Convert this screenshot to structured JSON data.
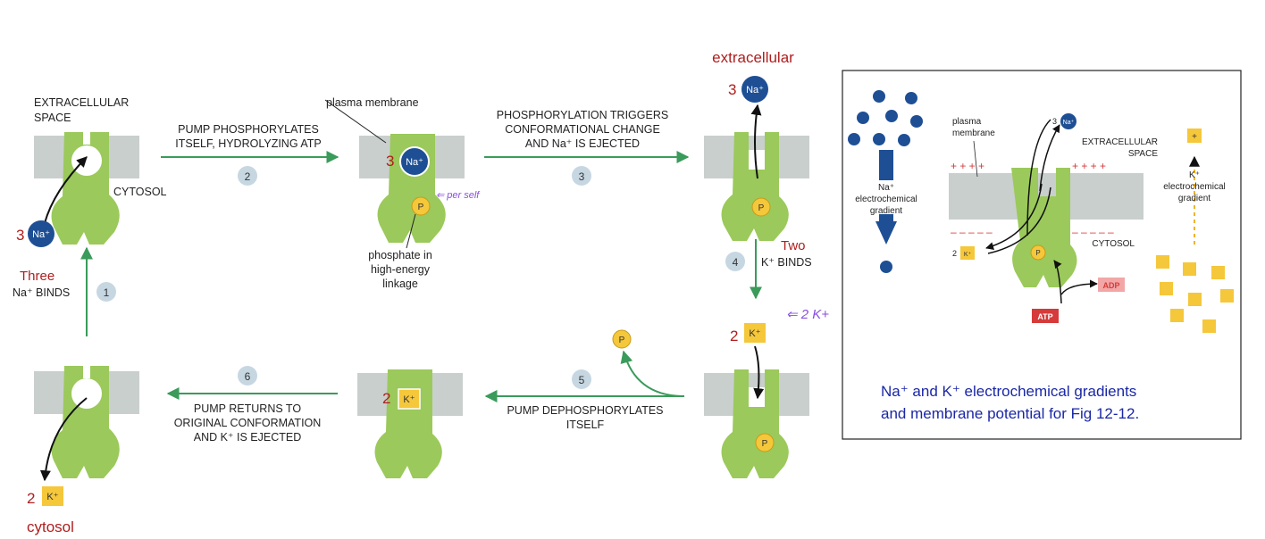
{
  "labels": {
    "extracellular_space_1": "EXTRACELLULAR",
    "extracellular_space_2": "SPACE",
    "cytosol": "CYTOSOL",
    "plasma_membrane": "plasma membrane",
    "phosphate_note_1": "phosphate in",
    "phosphate_note_2": "high-energy",
    "phosphate_note_3": "linkage",
    "extracellular_red": "extracellular",
    "cytosol_red": "cytosol",
    "handwritten_self": "⇐ per self",
    "handwritten_2k": "⇐ 2 K+"
  },
  "steps": [
    {
      "num": "1",
      "lines": [
        "Three",
        "Na⁺ BINDS"
      ]
    },
    {
      "num": "2",
      "lines": [
        "PUMP PHOSPHORYLATES",
        "ITSELF, HYDROLYZING ATP"
      ]
    },
    {
      "num": "3",
      "lines": [
        "PHOSPHORYLATION TRIGGERS",
        "CONFORMATIONAL CHANGE",
        "AND Na⁺ IS EJECTED"
      ]
    },
    {
      "num": "4",
      "lines": [
        "Two",
        "K⁺ BINDS"
      ]
    },
    {
      "num": "5",
      "lines": [
        "PUMP DEPHOSPHORYLATES",
        "ITSELF"
      ]
    },
    {
      "num": "6",
      "lines": [
        "PUMP RETURNS TO",
        "ORIGINAL CONFORMATION",
        "AND K⁺ IS EJECTED"
      ]
    }
  ],
  "ions": {
    "na": "Na⁺",
    "k": "K⁺",
    "p": "P",
    "three": "3",
    "two": "2"
  },
  "inset": {
    "plasma_1": "plasma",
    "plasma_2": "membrane",
    "extracellular_1": "EXTRACELLULAR",
    "extracellular_2": "SPACE",
    "cytosol": "CYTOSOL",
    "na_grad_1": "Na⁺",
    "na_grad_2": "electrochemical",
    "na_grad_3": "gradient",
    "k_grad_1": "K⁺",
    "k_grad_2": "electrochemical",
    "k_grad_3": "gradient",
    "atp": "ATP",
    "adp": "ADP",
    "three_na": "3",
    "two_k": "2",
    "plus": "+",
    "minus": "–"
  },
  "caption": {
    "line1": "Na⁺ and K⁺ electrochemical gradients",
    "line2": "and membrane potential for Fig 12-12."
  },
  "colors": {
    "pump": "#9bc95b",
    "membrane": "#c9cfcd",
    "arrow": "#3a9b5a",
    "na": "#1e4f95",
    "k": "#f5c73a",
    "atp": "#d63a3a",
    "caption": "#1a27a6"
  }
}
